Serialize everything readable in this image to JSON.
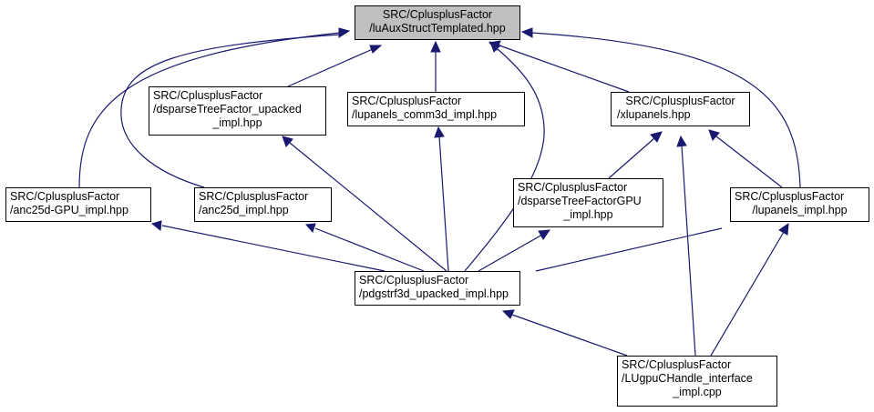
{
  "diagram": {
    "colors": {
      "edge": "#191970",
      "root_fill": "#bfbfbf",
      "node_fill": "#ffffff",
      "border": "#000000"
    },
    "nodes": {
      "root": {
        "line1": "SRC/CplusplusFactor",
        "line2": "/luAuxStructTemplated.hpp"
      },
      "dsparse": {
        "line1": "SRC/CplusplusFactor",
        "line2": "/dsparseTreeFactor_upacked",
        "line3": "_impl.hpp"
      },
      "lupcomm": {
        "line1": "SRC/CplusplusFactor",
        "line2": "/lupanels_comm3d_impl.hpp"
      },
      "xlup": {
        "line1": "SRC/CplusplusFactor",
        "line2": "/xlupanels.hpp"
      },
      "anc25gpu": {
        "line1": "SRC/CplusplusFactor",
        "line2": "/anc25d-GPU_impl.hpp"
      },
      "anc25": {
        "line1": "SRC/CplusplusFactor",
        "line2": "/anc25d_impl.hpp"
      },
      "dsgpu": {
        "line1": "SRC/CplusplusFactor",
        "line2": "/dsparseTreeFactorGPU",
        "line3": "_impl.hpp"
      },
      "lupimpl": {
        "line1": "SRC/CplusplusFactor",
        "line2": "/lupanels_impl.hpp"
      },
      "pdg": {
        "line1": "SRC/CplusplusFactor",
        "line2": "/pdgstrf3d_upacked_impl.hpp"
      },
      "lugpu": {
        "line1": "SRC/CplusplusFactor",
        "line2": "/LUgpuCHandle_interface",
        "line3": "_impl.cpp"
      }
    }
  }
}
